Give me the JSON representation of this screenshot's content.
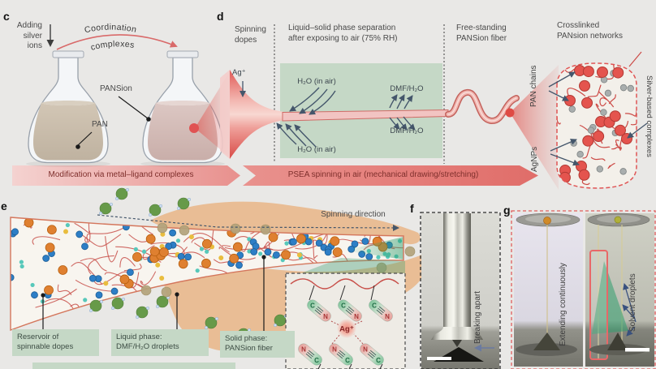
{
  "figure": {
    "panel_c": {
      "label": "c",
      "adding_ions": "Adding\nsilver\nions",
      "arc_word1": "Coordination",
      "arc_word2": "complexes",
      "flask_left_label": "PAN",
      "flask_right_label": "PANSion",
      "banner": "Modification via metal–ligand complexes"
    },
    "panel_d": {
      "label": "d",
      "spinning_dopes": "Spinning\ndopes",
      "phase_separation": "Liquid–solid phase separation\nafter exposing to air (75% RH)",
      "free_standing": "Free-standing\nPANSion fiber",
      "crosslinked": "Crosslinked\nPANsion networks",
      "ag_ion": "Ag⁺",
      "h2o_in_air_top": "H₂O (in air)",
      "h2o_in_air_bottom": "H₂O (in air)",
      "dmf_h2o_top": "DMF/H₂O",
      "dmf_h2o_bottom": "DMF/H₂O",
      "pan_chains": "PAN chains",
      "agnps": "AgNPs",
      "silver_based": "Silver-based complexes",
      "banner": "PSEA spinning in air (mechanical drawing/stretching)"
    },
    "panel_e": {
      "label": "e",
      "spinning_direction": "Spinning direction",
      "reservoir": "Reservoir of\nspinnable dopes",
      "liquid_phase": "Liquid phase:\nDMF/H₂O droplets",
      "solid_phase": "Solid phase:\nPANSion fiber",
      "ag_ion": "Ag⁺",
      "atom_c": "C",
      "atom_n": "N"
    },
    "panel_f": {
      "label": "f",
      "breaking_apart": "Breaking apart"
    },
    "panel_g": {
      "label": "g",
      "extending": "Extending continuously",
      "solvent_droplets": "Solvent droplets"
    }
  },
  "colors": {
    "background": "#e9e8e6",
    "green_box": "#c5d8c6",
    "banner_pink": "#e8827f",
    "banner_text": "#7e2f2c",
    "fiber_red": "#e15050",
    "chain_red": "#c8504a",
    "agnp_gray": "#a9aeae",
    "peach": "#e9ba90",
    "solid_green": "#2f9e6e"
  }
}
